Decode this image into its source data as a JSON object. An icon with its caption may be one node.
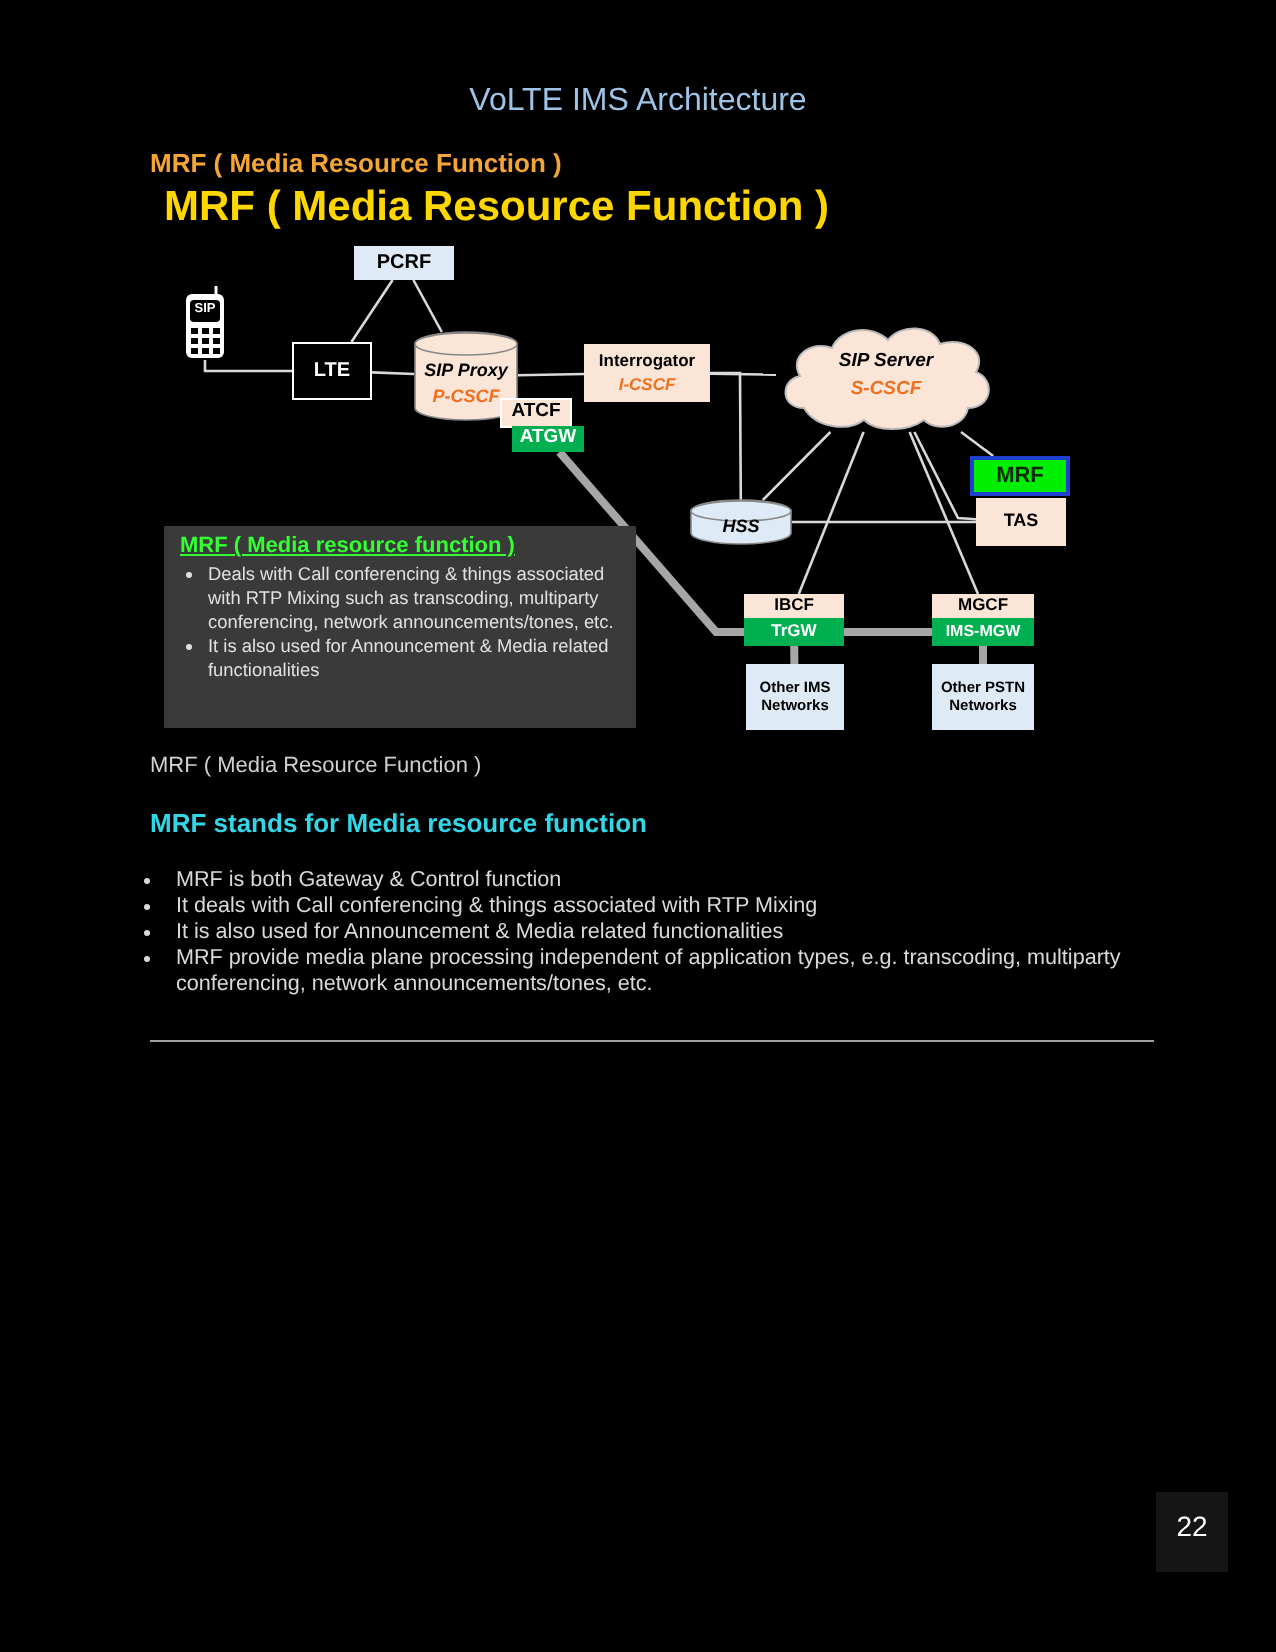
{
  "diagram": {
    "title": "VoLTE IMS Architecture",
    "caption": "MRF ( Media Resource Function )",
    "nodes": [
      {
        "text": [
          "SIP"
        ]
      },
      {
        "text": [
          "PCRF"
        ]
      },
      {
        "text": [
          "LTE"
        ]
      },
      {
        "text": [
          "SIP Proxy",
          "P-CSCF"
        ]
      },
      {
        "text": [
          "ATCF"
        ]
      },
      {
        "text": [
          "ATGW"
        ]
      },
      {
        "text": [
          "Interrogator",
          "I-CSCF"
        ]
      },
      {
        "text": [
          "SIP Server",
          "S-CSCF"
        ]
      },
      {
        "text": [
          "MRF"
        ]
      },
      {
        "text": [
          "TAS"
        ]
      },
      {
        "text": [
          "HSS"
        ]
      },
      {
        "text": [
          "IBCF"
        ]
      },
      {
        "text": [
          "TrGW"
        ]
      },
      {
        "text": [
          "MGCF"
        ]
      },
      {
        "text": [
          "IMS-MGW"
        ]
      },
      {
        "text": [
          "Other IMS Networks"
        ]
      },
      {
        "text": [
          "Other PSTN Networks"
        ]
      },
      {
        "text": [
          "MRF ( Media resource function )",
          "Deals with Call conferencing & things associated with RTP Mixing such as transcoding, multiparty conferencing, network announcements/tones, etc.",
          "It is also used for Announcement & Media related functionalities"
        ]
      }
    ],
    "edges": [
      {
        "from": 0,
        "to": 2,
        "arrow": "none"
      },
      {
        "from": 2,
        "to": 1,
        "arrow": "none"
      },
      {
        "from": 1,
        "to": 3,
        "arrow": "none"
      },
      {
        "from": 2,
        "to": 3,
        "arrow": "none"
      },
      {
        "from": 3,
        "to": 6,
        "arrow": "none"
      },
      {
        "from": 6,
        "to": 7,
        "arrow": "none"
      },
      {
        "from": 6,
        "to": 10,
        "arrow": "none"
      },
      {
        "from": 7,
        "to": 10,
        "arrow": "none"
      },
      {
        "from": 7,
        "to": 11,
        "arrow": "none"
      },
      {
        "from": 7,
        "to": 13,
        "arrow": "none"
      },
      {
        "from": 7,
        "to": 9,
        "arrow": "none"
      },
      {
        "from": 7,
        "to": 8,
        "arrow": "none"
      },
      {
        "from": 10,
        "to": 9,
        "arrow": "none"
      },
      {
        "from": 5,
        "to": 12,
        "arrow": "none",
        "style": "thick",
        "color": "#a6a6a6"
      },
      {
        "from": 12,
        "to": 14,
        "arrow": "none",
        "style": "thick",
        "color": "#a6a6a6"
      },
      {
        "from": 12,
        "to": 15,
        "arrow": "none",
        "style": "thick",
        "color": "#a6a6a6"
      },
      {
        "from": 14,
        "to": 16,
        "arrow": "none",
        "style": "thick",
        "color": "#a6a6a6"
      }
    ],
    "labels": [
      "MRF ( Media Resource Function )",
      "MRF ( Media Resource Function )",
      "MRF stands for Media resource function",
      "MRF is both Gateway & Control function",
      "It deals with Call conferencing & things associated with RTP Mixing",
      "It is also used for Announcement & Media related functionalities",
      "MRF provide media plane processing independent of application types, e.g. transcoding, multiparty conferencing, network announcements/tones, etc.",
      "22"
    ]
  }
}
